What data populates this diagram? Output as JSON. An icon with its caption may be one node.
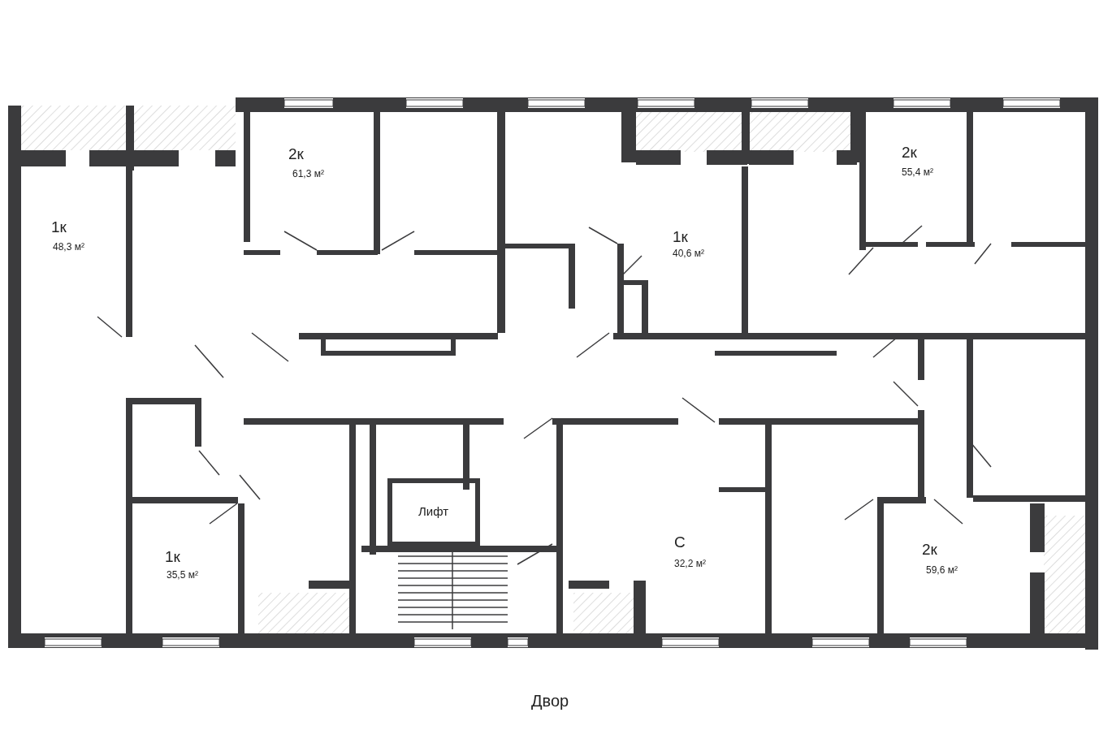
{
  "diagram": {
    "caption": "Двор",
    "labels": [
      "2к",
      "61,3 м²",
      "2к",
      "55,4 м²",
      "1к",
      "48,3 м²",
      "1к",
      "40,6 м²",
      "Лифт",
      "С",
      "32,2 м²",
      "1к",
      "35,5 м²",
      "2к",
      "59,6 м²"
    ]
  }
}
